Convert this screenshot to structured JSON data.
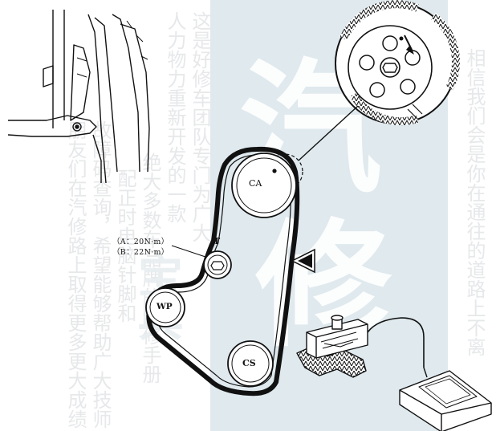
{
  "pulley_labels": {
    "camshaft": "CA",
    "tensioner": "T",
    "water_pump": "WP",
    "crankshaft": "CS"
  },
  "torque_spec": {
    "line_a": "（A：20N·m）",
    "line_b": "（B：22N·m）"
  },
  "watermark": {
    "big_chars": [
      "汽",
      "修",
      "宝",
      "典"
    ],
    "columns": [
      "这是好修车团队专门为广大",
      "人力物力重新开发的一款",
      "绝大多数车品牌的维修手册",
      "配正时电脑针脚和",
      "故障码查询，希望能够帮助广大技师",
      "朋友们在汽修路上取得更多更大成绩",
      "相信我们会是你在通往的道路上不离"
    ]
  },
  "colors": {
    "line": "#111111",
    "watermark_band": "#dfe9ee",
    "watermark_text": "#e6e8ea"
  }
}
